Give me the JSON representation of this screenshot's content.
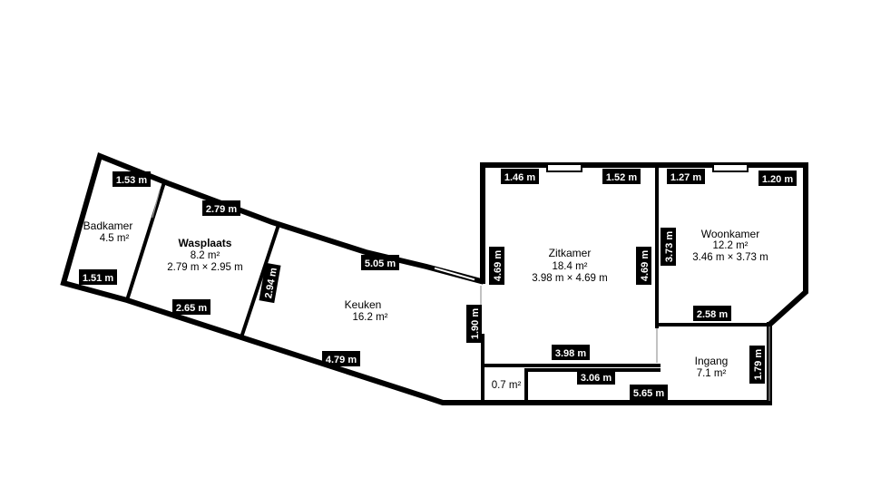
{
  "rooms": {
    "badkamer": {
      "name": "Badkamer",
      "area": "4.5 m²"
    },
    "wasplaats": {
      "name": "Wasplaats",
      "area": "8.2 m²",
      "size": "2.79 m × 2.95 m"
    },
    "keuken": {
      "name": "Keuken",
      "area": "16.2 m²"
    },
    "zitkamer": {
      "name": "Zitkamer",
      "area": "18.4 m²",
      "size": "3.98 m × 4.69 m"
    },
    "woonkamer": {
      "name": "Woonkamer",
      "area": "12.2 m²",
      "size": "3.46 m × 3.73 m"
    },
    "ingang": {
      "name": "Ingang",
      "area": "7.1 m²"
    },
    "kast": {
      "area": "0.7 m²"
    }
  },
  "dimensions": {
    "bad_top": "1.53 m",
    "bad_bottom": "1.51 m",
    "was_top": "2.79 m",
    "was_bottom": "2.65 m",
    "was_keuken_wall": "2.94 m",
    "keuken_top": "5.05 m",
    "keuken_bottom": "4.79 m",
    "keuken_right": "1.90 m",
    "zit_top_left": "1.46 m",
    "zit_top_right": "1.52 m",
    "zit_left": "4.69 m",
    "zit_right": "4.69 m",
    "zit_bottom": "3.98 m",
    "woon_top_left": "1.27 m",
    "woon_top_right": "1.20 m",
    "woon_left": "3.73 m",
    "woon_bottom": "2.58 m",
    "ingang_right": "1.79 m",
    "corridor_top": "3.06 m",
    "corridor_bottom": "5.65 m"
  }
}
